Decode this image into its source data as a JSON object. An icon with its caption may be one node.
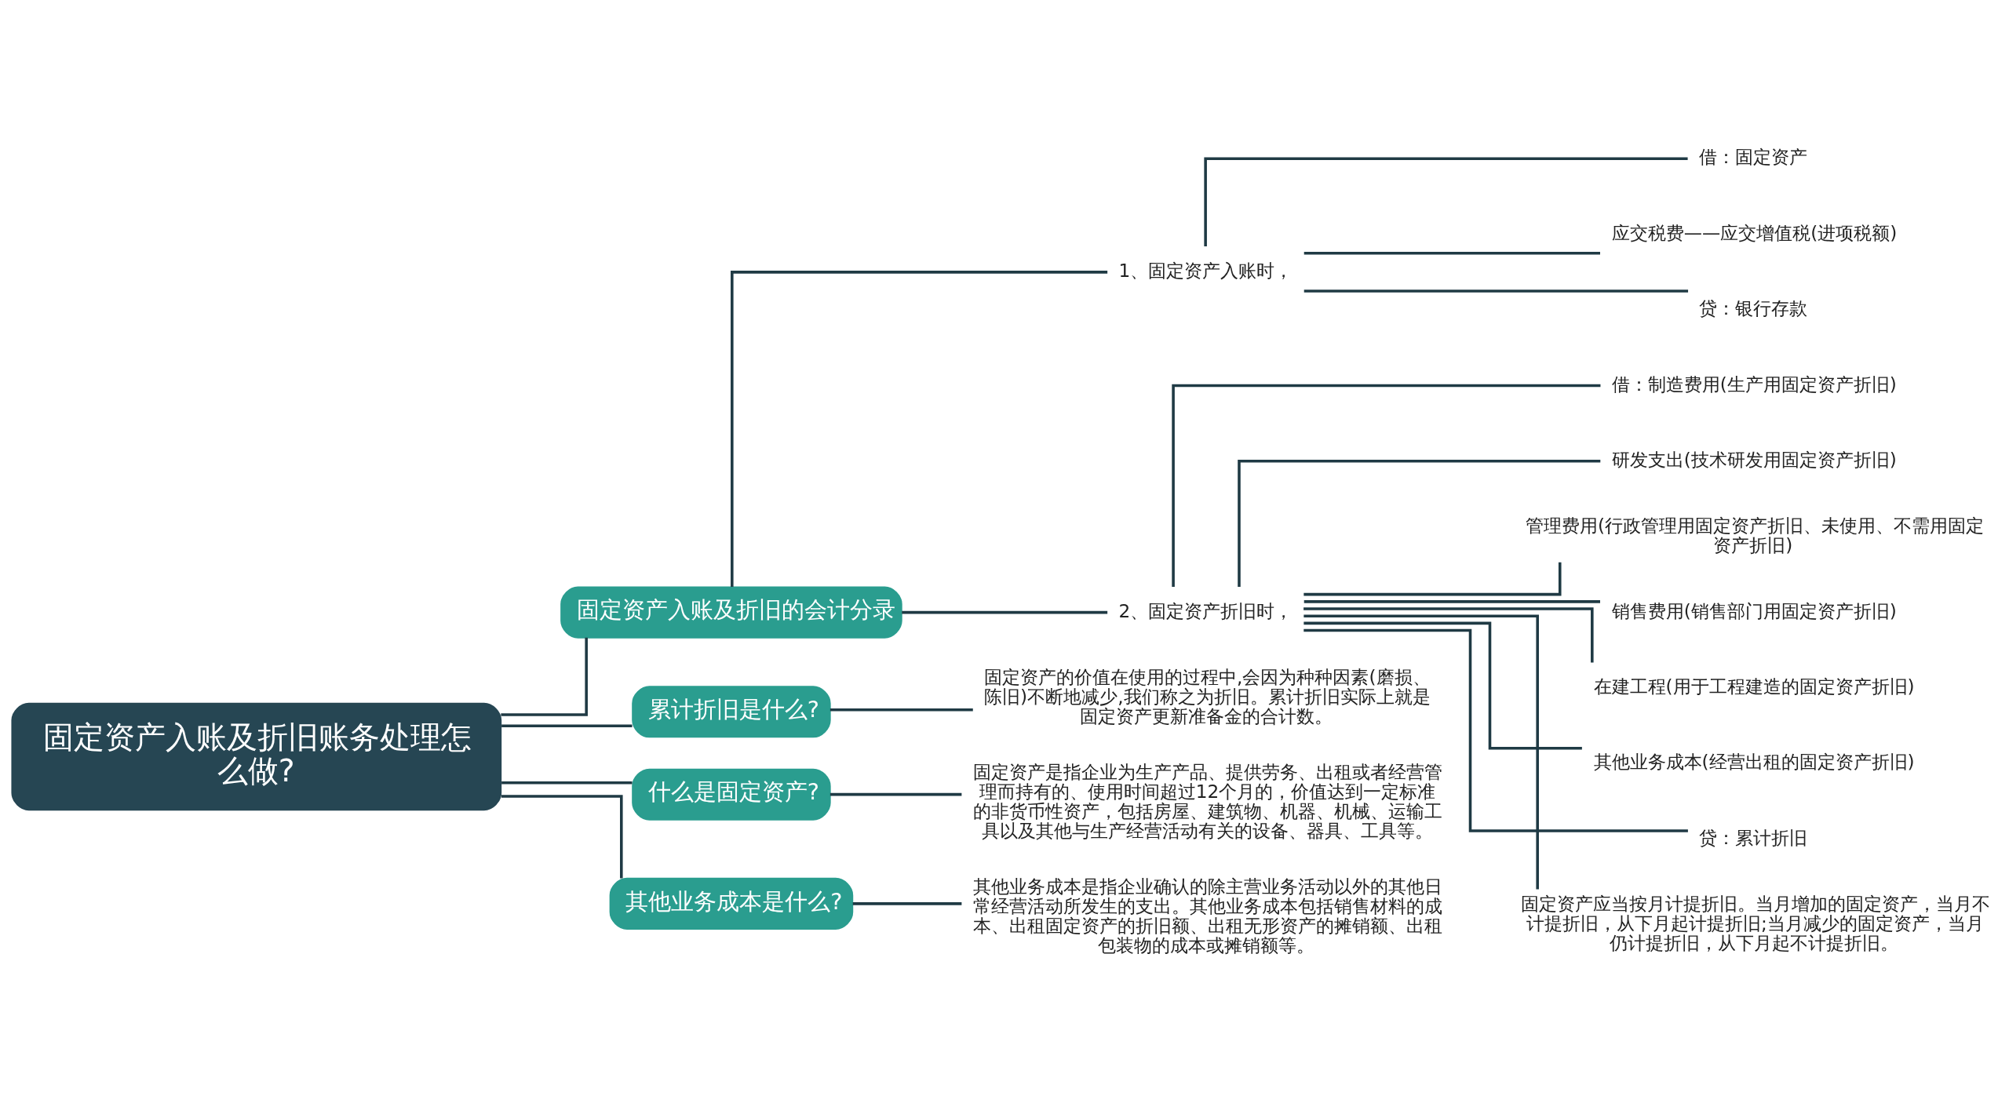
{
  "diagram": {
    "nodes": [
      {
        "text": [
          "固定资产入账及折旧账务处理怎么做?"
        ]
      },
      {
        "text": [
          "固定资产入账及折旧的会计分录"
        ]
      },
      {
        "text": [
          "1、固定资产入账时，"
        ]
      },
      {
        "text": [
          "借：固定资产"
        ]
      },
      {
        "text": [
          "应交税费——应交增值税(进项税额)"
        ]
      },
      {
        "text": [
          "贷：银行存款"
        ]
      },
      {
        "text": [
          "2、固定资产折旧时，"
        ]
      },
      {
        "text": [
          "借：制造费用(生产用固定资产折旧)"
        ]
      },
      {
        "text": [
          "研发支出(技术研发用固定资产折旧)"
        ]
      },
      {
        "text": [
          "管理费用(行政管理用固定资产折旧、未使用、不需用固定资产折旧)"
        ]
      },
      {
        "text": [
          "销售费用(销售部门用固定资产折旧)"
        ]
      },
      {
        "text": [
          "在建工程(用于工程建造的固定资产折旧)"
        ]
      },
      {
        "text": [
          "其他业务成本(经营出租的固定资产折旧)"
        ]
      },
      {
        "text": [
          "贷：累计折旧"
        ]
      },
      {
        "text": [
          "固定资产应当按月计提折旧。当月增加的固定资产，当月不计提折旧，从下月起计提折旧;当月减少的固定资产，当月仍计提折旧，从下月起不计提折旧。"
        ]
      },
      {
        "text": [
          "累计折旧是什么?"
        ]
      },
      {
        "text": [
          "固定资产的价值在使用的过程中,会因为种种因素(磨损、陈旧)不断地减少,我们称之为折旧。累计折旧实际上就是固定资产更新准备金的合计数。"
        ]
      },
      {
        "text": [
          "什么是固定资产?"
        ]
      },
      {
        "text": [
          "固定资产是指企业为生产产品、提供劳务、出租或者经营管理而持有的、使用时间超过12个月的，价值达到一定标准的非货币性资产，包括房屋、建筑物、机器、机械、运输工具以及其他与生产经营活动有关的设备、器具、工具等。"
        ]
      },
      {
        "text": [
          "其他业务成本是什么?"
        ]
      },
      {
        "text": [
          "其他业务成本是指企业确认的除主营业务活动以外的其他日常经营活动所发生的支出。其他业务成本包括销售材料的成本、出租固定资产的折旧额、出租无形资产的摊销额、出租包装物的成本或摊销额等。"
        ]
      }
    ],
    "edges": [
      {
        "from": 0,
        "to": 1,
        "arrow": "none"
      },
      {
        "from": 1,
        "to": 2,
        "arrow": "none"
      },
      {
        "from": 2,
        "to": 3,
        "arrow": "none"
      },
      {
        "from": 2,
        "to": 4,
        "arrow": "none"
      },
      {
        "from": 2,
        "to": 5,
        "arrow": "none"
      },
      {
        "from": 1,
        "to": 6,
        "arrow": "none"
      },
      {
        "from": 6,
        "to": 7,
        "arrow": "none"
      },
      {
        "from": 6,
        "to": 8,
        "arrow": "none"
      },
      {
        "from": 6,
        "to": 9,
        "arrow": "none"
      },
      {
        "from": 6,
        "to": 10,
        "arrow": "none"
      },
      {
        "from": 6,
        "to": 11,
        "arrow": "none"
      },
      {
        "from": 6,
        "to": 12,
        "arrow": "none"
      },
      {
        "from": 6,
        "to": 13,
        "arrow": "none"
      },
      {
        "from": 6,
        "to": 14,
        "arrow": "none"
      },
      {
        "from": 0,
        "to": 15,
        "arrow": "none"
      },
      {
        "from": 15,
        "to": 16,
        "arrow": "none"
      },
      {
        "from": 0,
        "to": 17,
        "arrow": "none"
      },
      {
        "from": 17,
        "to": 18,
        "arrow": "none"
      },
      {
        "from": 0,
        "to": 19,
        "arrow": "none"
      },
      {
        "from": 19,
        "to": 20,
        "arrow": "none"
      }
    ]
  }
}
